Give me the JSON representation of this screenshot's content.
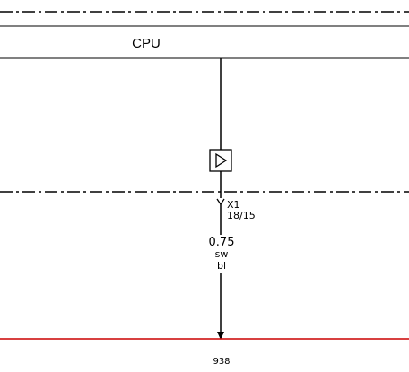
{
  "module_label": "CPU",
  "connector": {
    "name": "X1",
    "pin": "18/15"
  },
  "wire": {
    "gauge": "0.75",
    "color_primary": "sw",
    "color_stripe": "bl"
  },
  "terminal": "938",
  "colors": {
    "line": "#000000",
    "bus": "#cc0000",
    "background": "#ffffff"
  },
  "icons": {
    "amplifier": "buffer-triangle-icon",
    "connector_pin": "connector-pin-icon",
    "terminal_arrow": "arrow-down-icon"
  }
}
